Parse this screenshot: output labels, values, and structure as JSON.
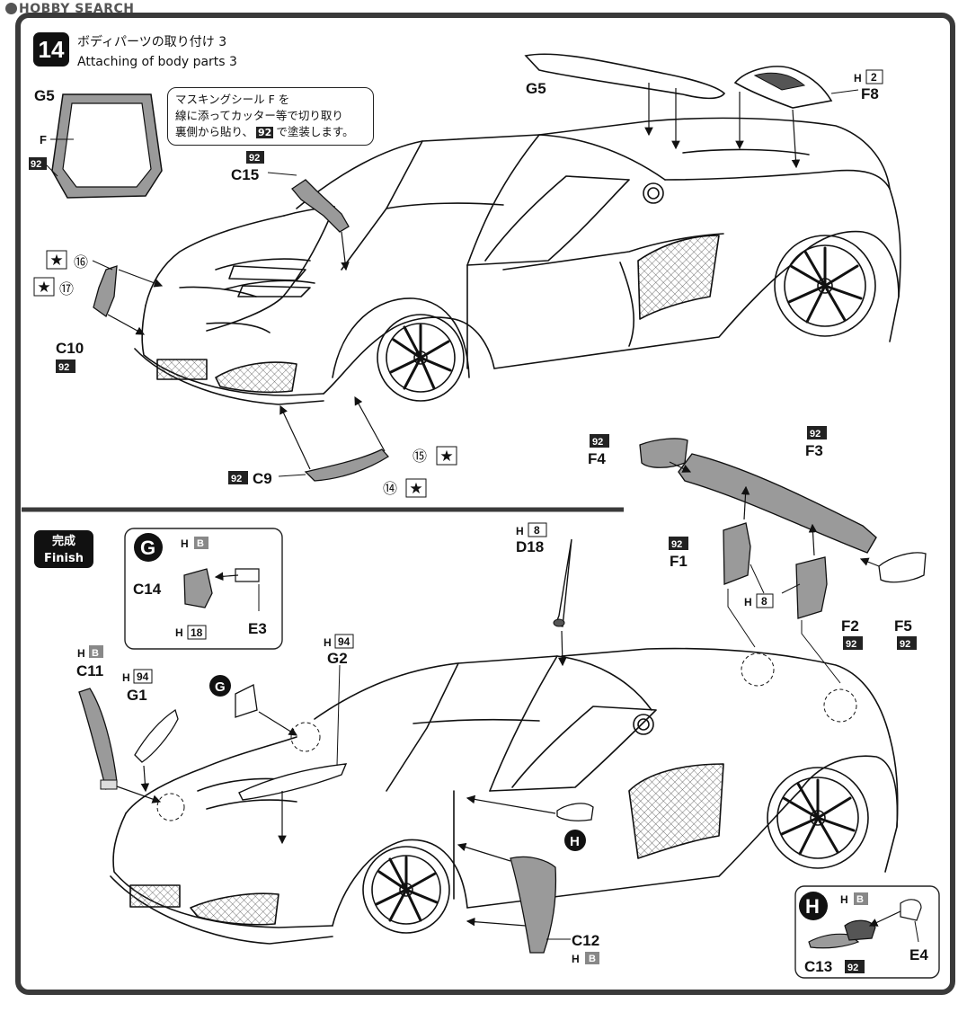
{
  "watermark": "HOBBY SEARCH",
  "step": {
    "number": "14",
    "title_ja": "ボディパーツの取り付け 3",
    "title_en": "Attaching of body parts 3"
  },
  "masking_note": {
    "line1": "マスキングシール F を",
    "line2": "線に添ってカッター等で切り取り",
    "line3_a": "裏側から貼り、",
    "line3_color": "92",
    "line3_b": "で塗装します。"
  },
  "finish": {
    "ja": "完成",
    "en": "Finish"
  },
  "parts": {
    "g5_left": "G5",
    "f_mask": "F",
    "mask_color": "92",
    "g5_top": "G5",
    "f8": "F8",
    "f8_code": "H",
    "f8_num": "2",
    "c15": "C15",
    "c15_color": "92",
    "c10": "C10",
    "c10_color": "92",
    "mark16": "⑯",
    "mark17": "⑰",
    "c9": "C9",
    "c9_color": "92",
    "mark15": "⑮",
    "mark14": "⑭",
    "f4": "F4",
    "f4_color": "92",
    "f3": "F3",
    "f3_color": "92",
    "f1": "F1",
    "f1_color": "92",
    "f2": "F2",
    "f2_color": "92",
    "f5": "F5",
    "f5_color": "92",
    "fh_code": "H",
    "fh_num": "8",
    "d18": "D18",
    "d18_code": "H",
    "d18_num": "8",
    "c11": "C11",
    "c11_code": "H",
    "c11_num": "B",
    "g1": "G1",
    "g1_code": "H",
    "g1_num": "94",
    "g2": "G2",
    "g2_code": "H",
    "g2_num": "94",
    "c12": "C12",
    "c12_code": "H",
    "c12_num": "B",
    "circle_g": "G",
    "circle_h": "H"
  },
  "inset_g": {
    "letter": "G",
    "c14": "C14",
    "c14_code": "H",
    "c14_num": "B",
    "e3": "E3",
    "e3_code": "H",
    "e3_num": "18"
  },
  "inset_h": {
    "letter": "H",
    "code": "H",
    "num": "B",
    "c13": "C13",
    "c13_color": "92",
    "e4": "E4"
  }
}
